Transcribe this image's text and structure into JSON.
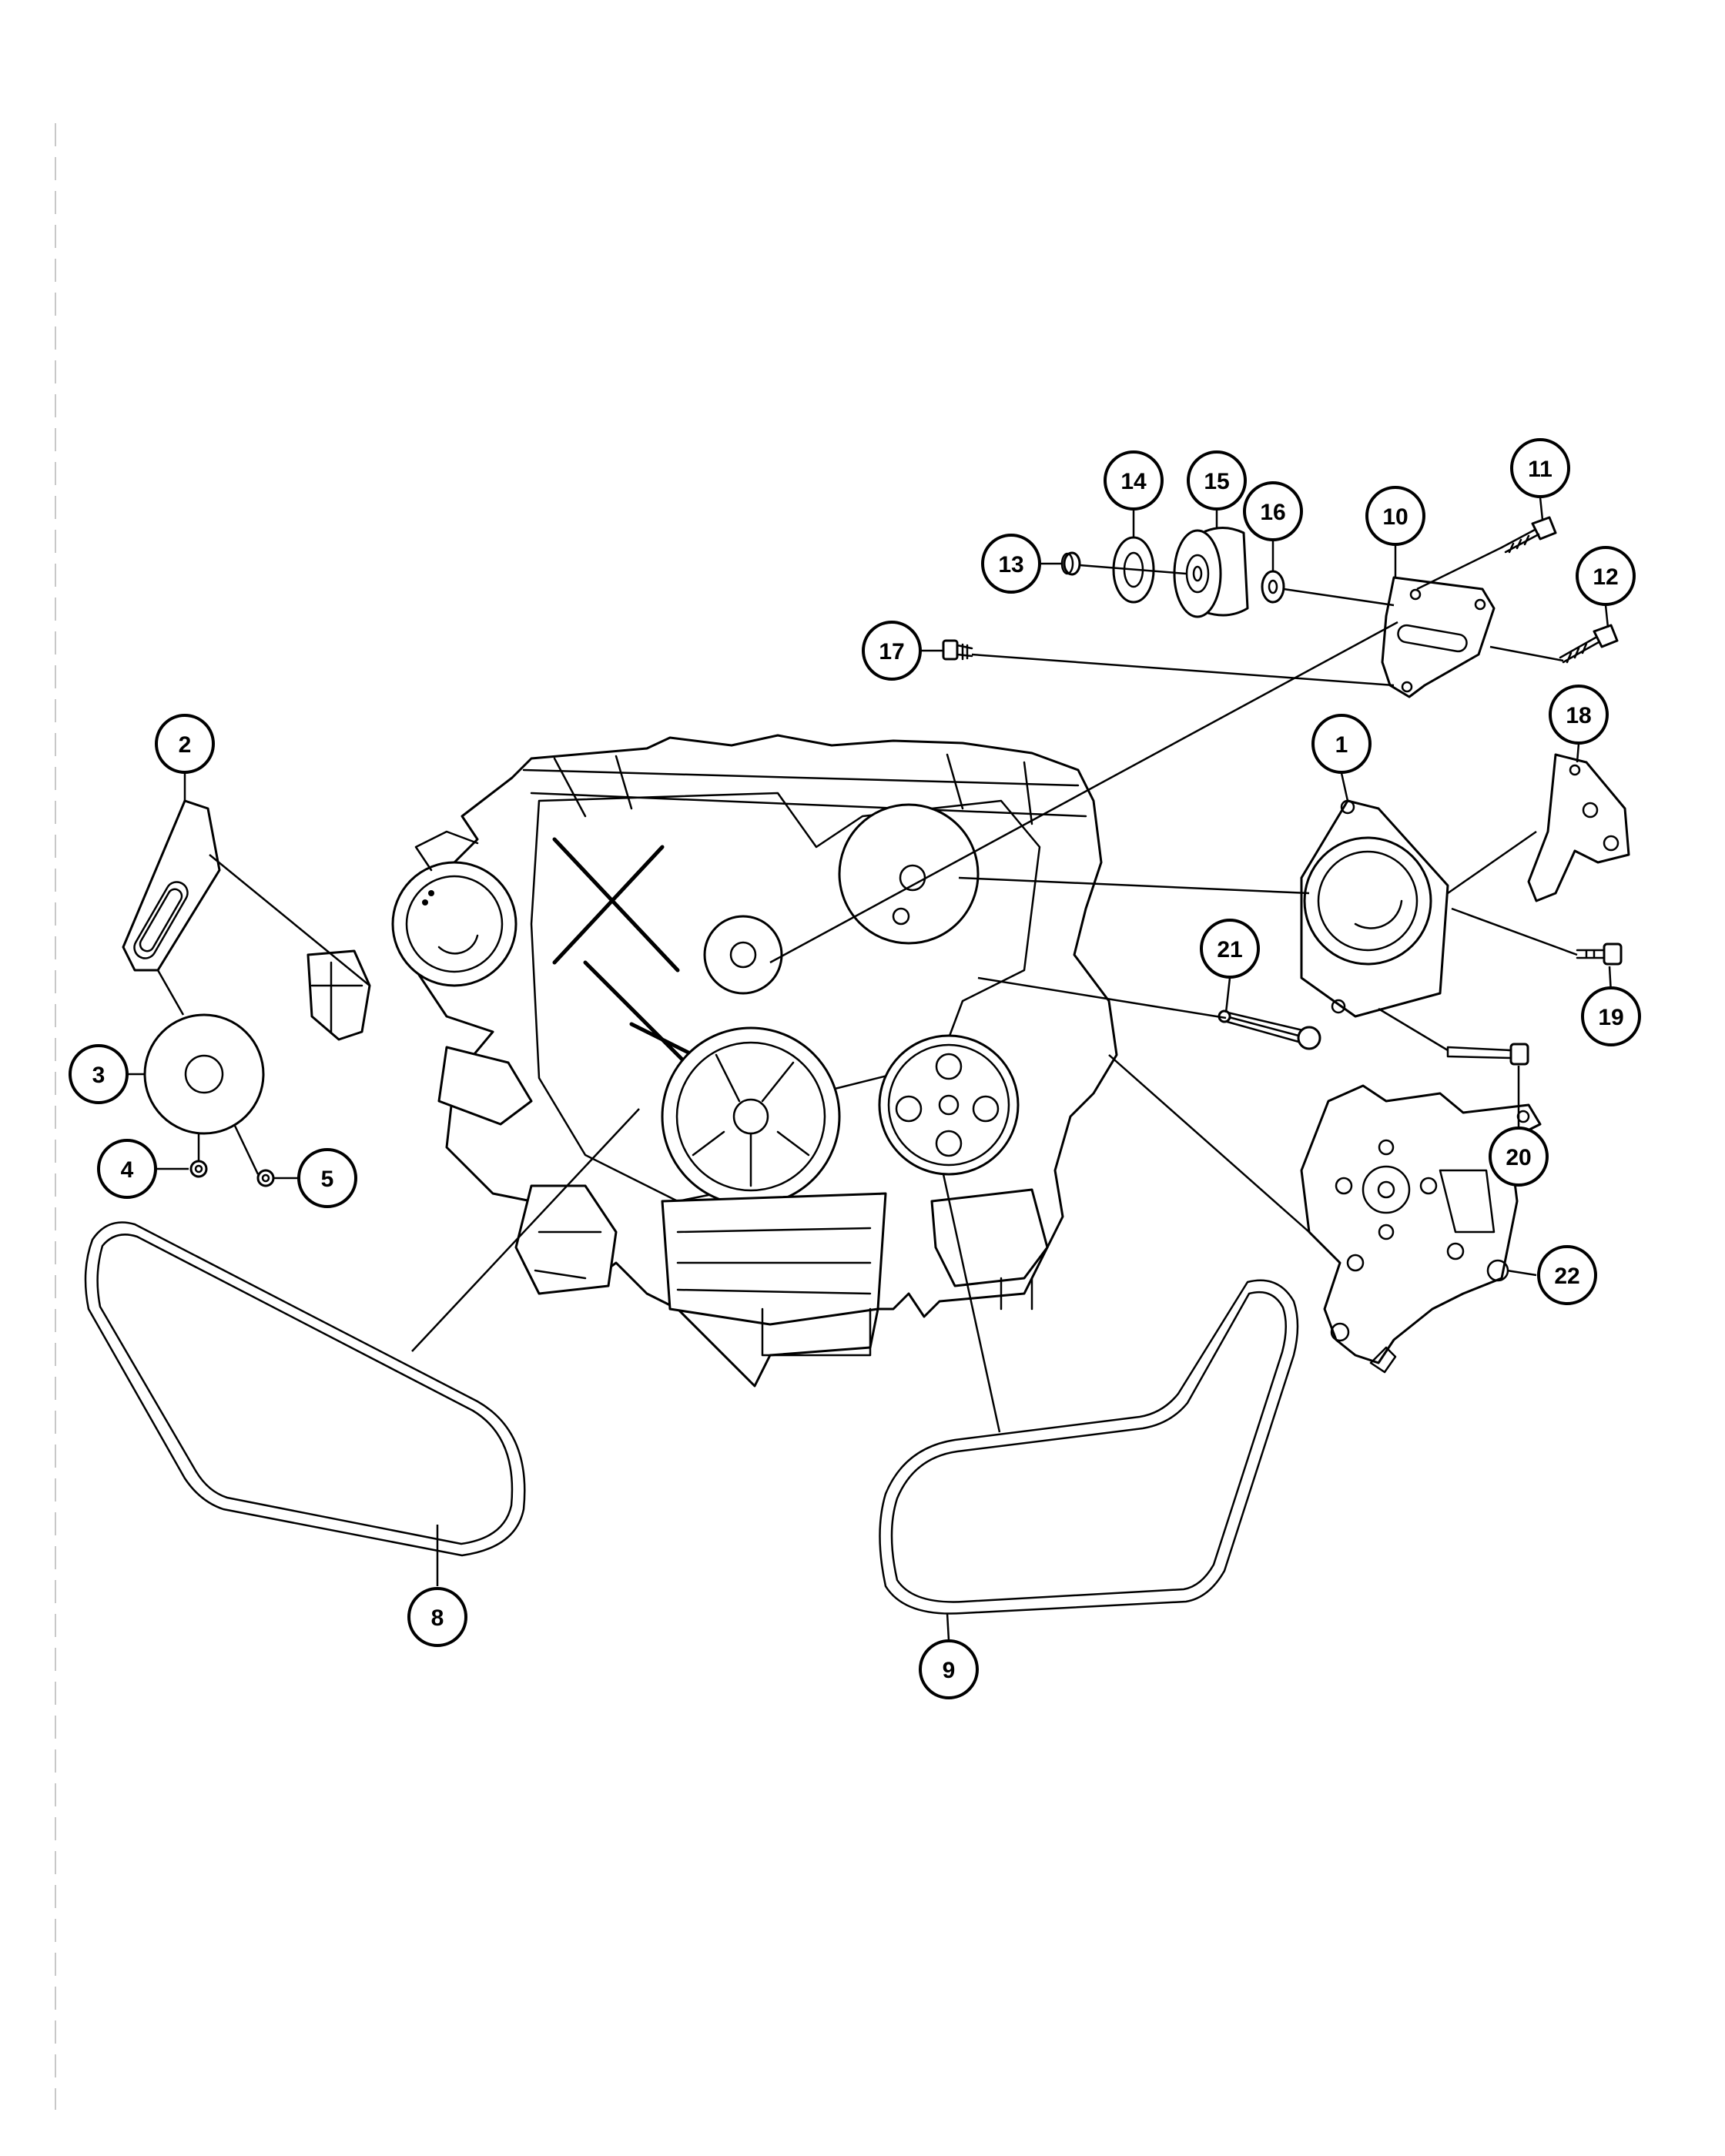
{
  "diagram": {
    "type": "exploded-parts-diagram",
    "line_color": "#000000",
    "background_color": "#ffffff",
    "callouts": [
      {
        "id": "1",
        "label": "1"
      },
      {
        "id": "2",
        "label": "2"
      },
      {
        "id": "3",
        "label": "3"
      },
      {
        "id": "4",
        "label": "4"
      },
      {
        "id": "5",
        "label": "5"
      },
      {
        "id": "8",
        "label": "8"
      },
      {
        "id": "9",
        "label": "9"
      },
      {
        "id": "10",
        "label": "10"
      },
      {
        "id": "11",
        "label": "11"
      },
      {
        "id": "12",
        "label": "12"
      },
      {
        "id": "13",
        "label": "13"
      },
      {
        "id": "14",
        "label": "14"
      },
      {
        "id": "15",
        "label": "15"
      },
      {
        "id": "16",
        "label": "16"
      },
      {
        "id": "17",
        "label": "17"
      },
      {
        "id": "18",
        "label": "18"
      },
      {
        "id": "19",
        "label": "19"
      },
      {
        "id": "20",
        "label": "20"
      },
      {
        "id": "21",
        "label": "21"
      },
      {
        "id": "22",
        "label": "22"
      }
    ]
  }
}
